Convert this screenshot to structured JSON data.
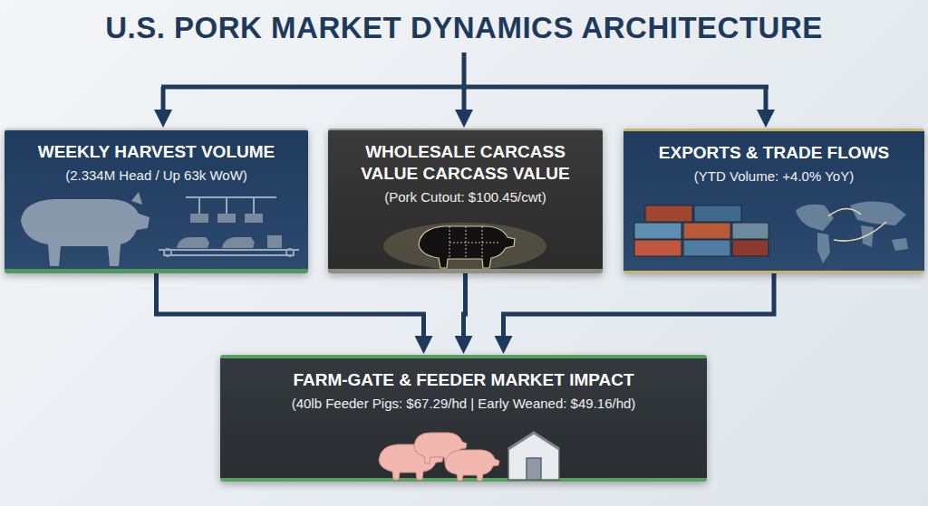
{
  "diagram": {
    "title": "U.S. PORK MARKET DYNAMICS ARCHITECTURE",
    "nodes": [
      {
        "text": [
          "WEEKLY HARVEST VOLUME",
          "(2.334M Head / Up 63k WoW)"
        ]
      },
      {
        "text": [
          "WHOLESALE CARCASS VALUE CARCASS VALUE",
          "(Pork Cutout: $100.45/cwt)"
        ]
      },
      {
        "text": [
          "EXPORTS & TRADE FLOWS",
          "(YTD Volume: +4.0% YoY)"
        ]
      },
      {
        "text": [
          "FARM-GATE & FEEDER MARKET IMPACT",
          "(40lb Feeder Pigs: $67.29/hd | Early Weaned: $49.16/hd)"
        ]
      }
    ],
    "edges": [
      {
        "from": 0,
        "to": 3,
        "arrow": "to"
      },
      {
        "from": 1,
        "to": 3,
        "arrow": "to"
      },
      {
        "from": 2,
        "to": 3,
        "arrow": "to"
      }
    ]
  }
}
